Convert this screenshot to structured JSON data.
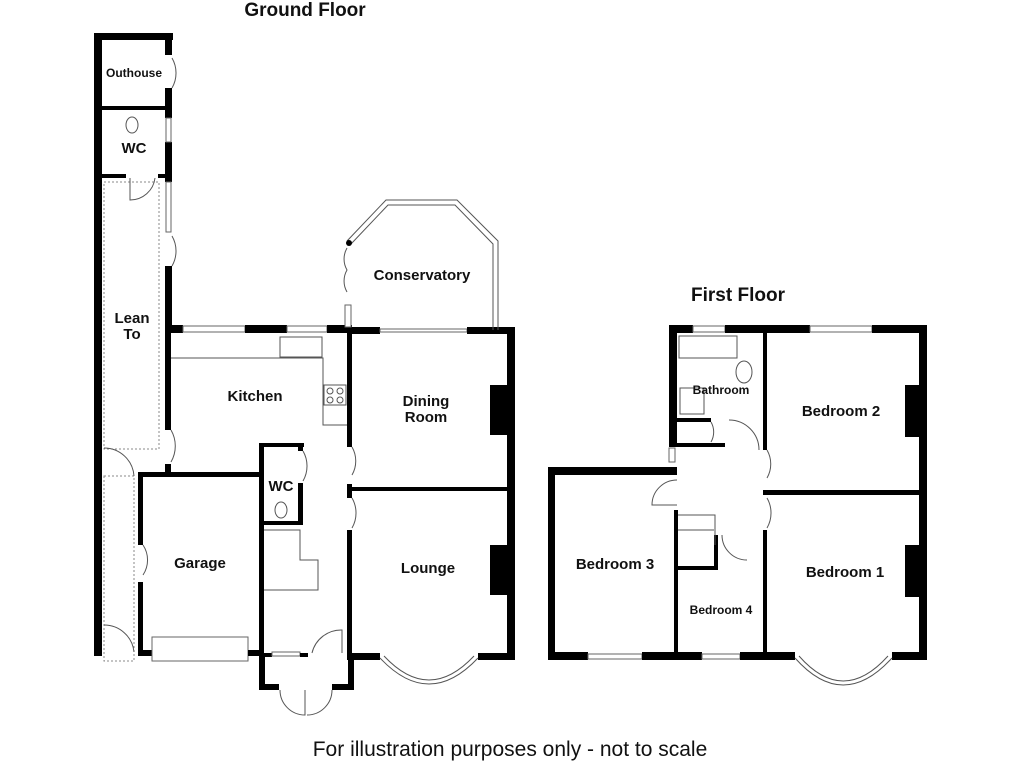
{
  "ground_floor": {
    "title": "Ground Floor",
    "rooms": {
      "outhouse": "Outhouse",
      "wc_outside": "WC",
      "lean_to_line1": "Lean",
      "lean_to_line2": "To",
      "conservatory": "Conservatory",
      "kitchen": "Kitchen",
      "dining_line1": "Dining",
      "dining_line2": "Room",
      "wc_inside": "WC",
      "garage": "Garage",
      "lounge": "Lounge"
    }
  },
  "first_floor": {
    "title": "First Floor",
    "rooms": {
      "bathroom": "Bathroom",
      "bedroom2": "Bedroom 2",
      "bedroom3": "Bedroom 3",
      "bedroom4": "Bedroom 4",
      "bedroom1": "Bedroom 1"
    }
  },
  "footer": "For illustration purposes only - not to scale"
}
